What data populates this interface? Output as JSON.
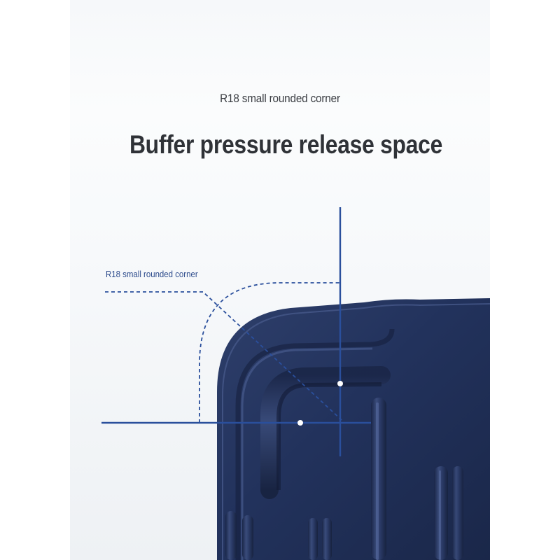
{
  "subtitle": "R18 small rounded corner",
  "headline": "Buffer pressure release space",
  "callout_label": "R18 small rounded corner",
  "colors": {
    "background": "#ffffff",
    "panel": "#f6f8fa",
    "text_dark": "#2f3237",
    "accent_blue": "#2a4f9c",
    "luggage_navy": "#1f2f58"
  },
  "icons": {
    "marker": "white-dot"
  }
}
